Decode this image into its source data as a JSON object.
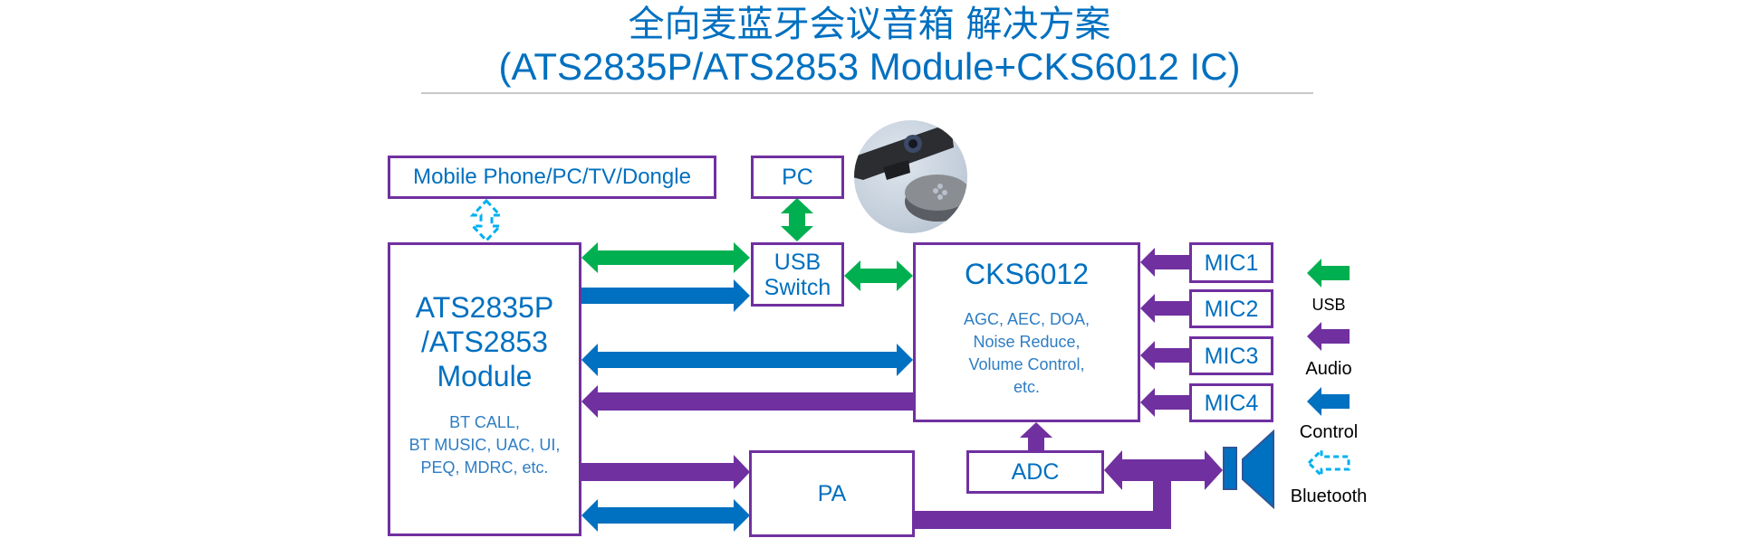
{
  "title": {
    "line1": "全向麦蓝牙会议音箱 解决方案",
    "line2": "(ATS2835P/ATS2853 Module+CKS6012 IC)"
  },
  "colors": {
    "usb": "#00b050",
    "audio": "#7030a0",
    "control": "#0070c0",
    "bluetooth": "#00b0f0",
    "text": "#0070c0",
    "box_border": "#7030a0"
  },
  "blocks": {
    "mobile": "Mobile Phone/PC/TV/Dongle",
    "pc": "PC",
    "usb_switch_l1": "USB",
    "usb_switch_l2": "Switch",
    "ats_l1": "ATS2835P",
    "ats_l2": "/ATS2853",
    "ats_l3": "Module",
    "ats_sub1": "BT CALL,",
    "ats_sub2": "BT MUSIC, UAC, UI,",
    "ats_sub3": "PEQ, MDRC, etc.",
    "cks_title": "CKS6012",
    "cks_sub1": "AGC, AEC, DOA,",
    "cks_sub2": "Noise Reduce,",
    "cks_sub3": "Volume Control,",
    "cks_sub4": "etc.",
    "mics": [
      "MIC1",
      "MIC2",
      "MIC3",
      "MIC4"
    ],
    "pa": "PA",
    "adc": "ADC"
  },
  "photo": {
    "description": "conference camera bar and round speakerphone product photo"
  },
  "legend": {
    "items": [
      {
        "label": "USB",
        "type": "usb"
      },
      {
        "label": "Audio",
        "type": "audio"
      },
      {
        "label": "Control",
        "type": "control"
      },
      {
        "label": "Bluetooth",
        "type": "bluetooth"
      }
    ]
  }
}
